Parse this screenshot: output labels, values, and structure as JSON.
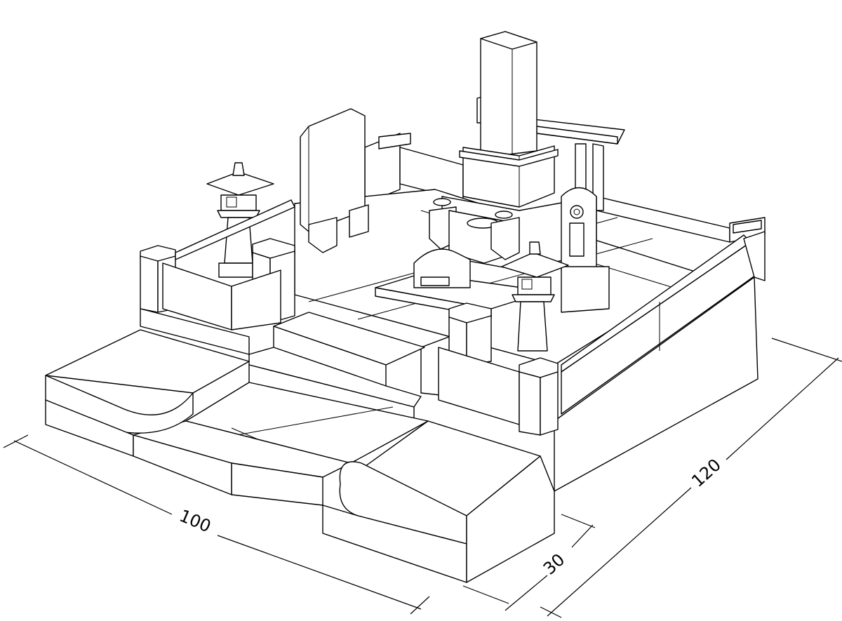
{
  "dimensions": {
    "width_label": "100",
    "depth_label": "120",
    "step_label": "30"
  },
  "colors": {
    "line": "#000000",
    "background": "#ffffff"
  }
}
